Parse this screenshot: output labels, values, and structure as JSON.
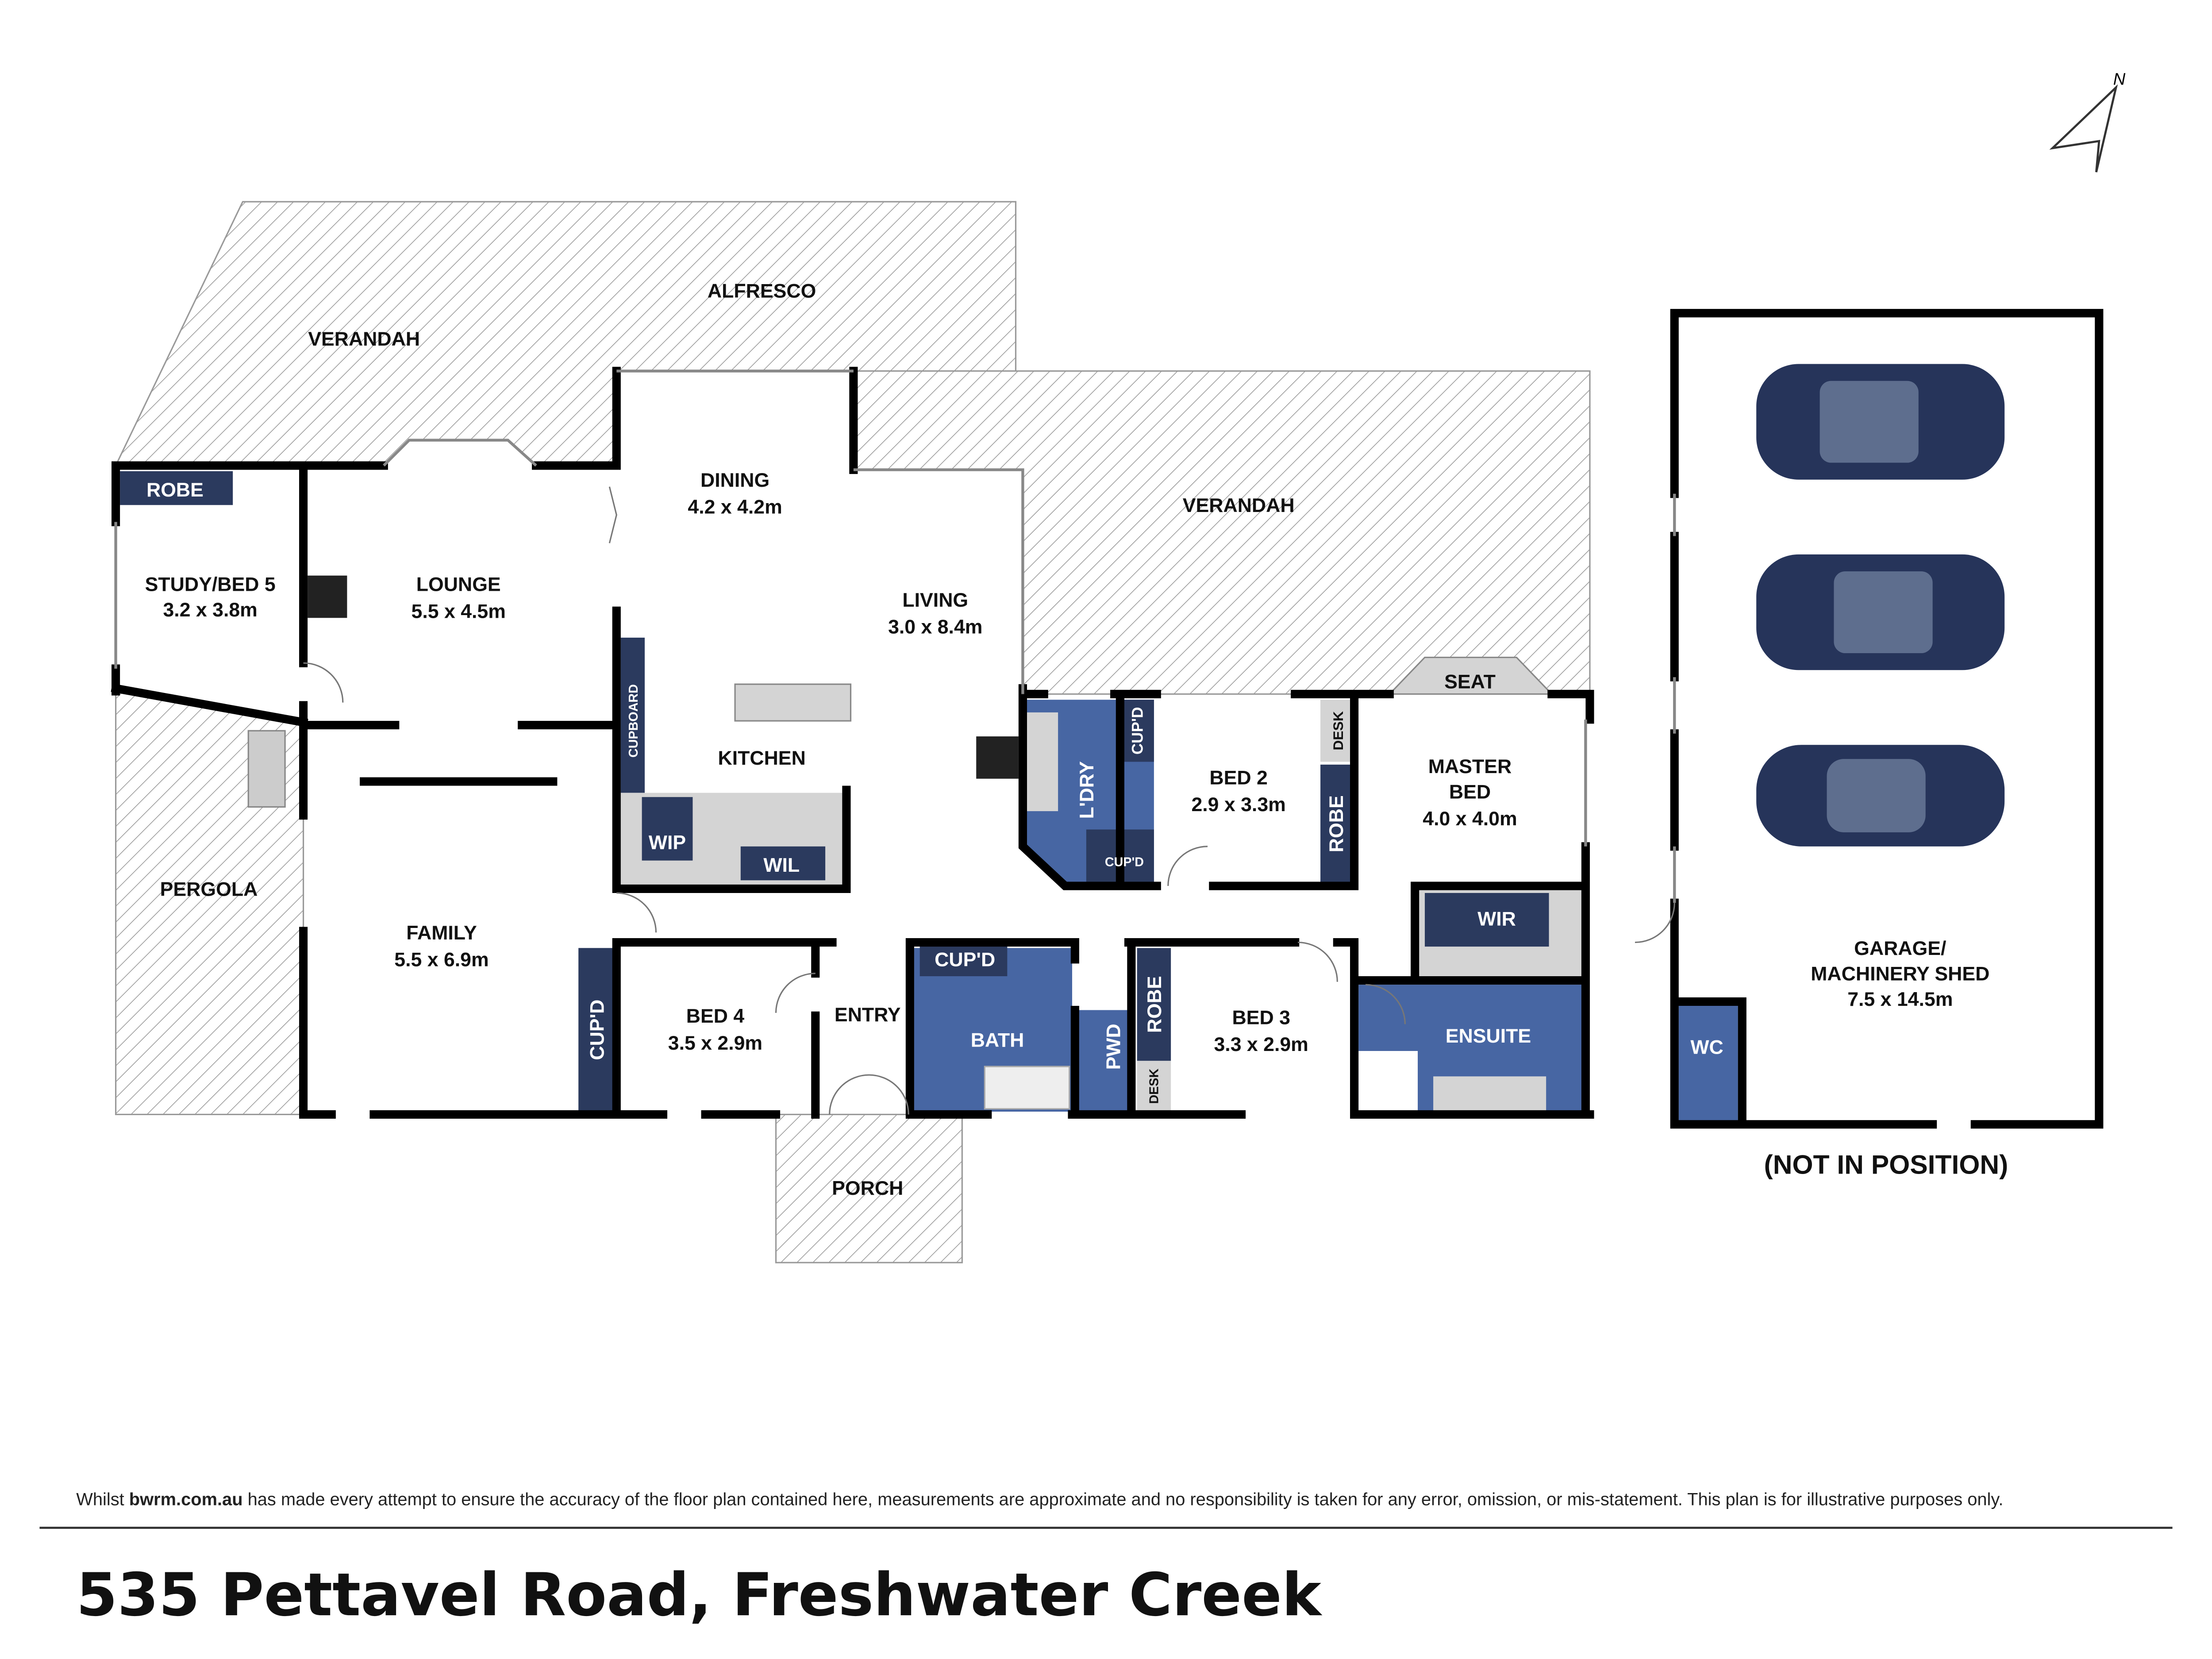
{
  "title": "535 Pettavel Road, Freshwater Creek",
  "disclaimer": {
    "prefix": "Whilst ",
    "site": "bwrm.com.au",
    "suffix": " has made every attempt to ensure the accuracy of the floor plan contained here, measurements are approximate and no responsibility is taken for any error, omission, or mis-statement. This plan is for illustrative purposes only."
  },
  "compass": "N",
  "rooms": {
    "alfresco": "ALFRESCO",
    "verandah_left": "VERANDAH",
    "verandah_right": "VERANDAH",
    "robe_study": "ROBE",
    "study_name": "STUDY/BED 5",
    "study_size": "3.2 x 3.8m",
    "lounge_name": "LOUNGE",
    "lounge_size": "5.5 x 4.5m",
    "dining_name": "DINING",
    "dining_size": "4.2 x 4.2m",
    "living_name": "LIVING",
    "living_size": "3.0 x 8.4m",
    "cupboard": "CUPBOARD",
    "kitchen": "KITCHEN",
    "wip": "WIP",
    "wil": "WIL",
    "pergola": "PERGOLA",
    "family_name": "FAMILY",
    "family_size": "5.5 x 6.9m",
    "cupd_family": "CUP'D",
    "bed4_name": "BED 4",
    "bed4_size": "3.5 x 2.9m",
    "entry": "ENTRY",
    "porch": "PORCH",
    "cupd_bath": "CUP'D",
    "bath": "BATH",
    "pwd": "PWD",
    "ldry": "L'DRY",
    "cupd_ldry_top": "CUP'D",
    "cupd_ldry_bottom": "CUP'D",
    "bed2_name": "BED 2",
    "bed2_size": "2.9 x 3.3m",
    "desk_bed2": "DESK",
    "robe_bed2": "ROBE",
    "robe_bed3": "ROBE",
    "desk_bed3": "DESK",
    "bed3_name": "BED 3",
    "bed3_size": "3.3 x 2.9m",
    "seat": "SEAT",
    "master_line1": "MASTER",
    "master_line2": "BED",
    "master_size": "4.0 x 4.0m",
    "wir": "WIR",
    "ensuite": "ENSUITE",
    "garage_line1": "GARAGE/",
    "garage_line2": "MACHINERY SHED",
    "garage_size": "7.5 x 14.5m",
    "wc": "WC",
    "not_in_position": "(NOT IN POSITION)"
  },
  "colors": {
    "navy": "#2b3a5e",
    "blue": "#4766a3",
    "grey": "#d4d4d4",
    "wall": "#000000"
  }
}
